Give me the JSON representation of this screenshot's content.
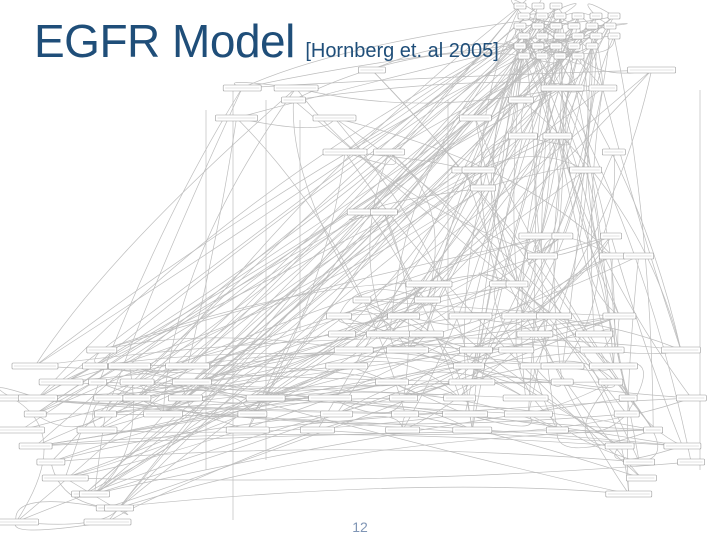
{
  "slide": {
    "title": "EGFR Model",
    "subtitle": "[Hornberg et. al 2005]",
    "page_number": "12"
  },
  "colors": {
    "title": "#1f4e79",
    "page_number": "#7f95b5",
    "edge": "#bdbdbd",
    "node_border": "#9a9a9a"
  }
}
